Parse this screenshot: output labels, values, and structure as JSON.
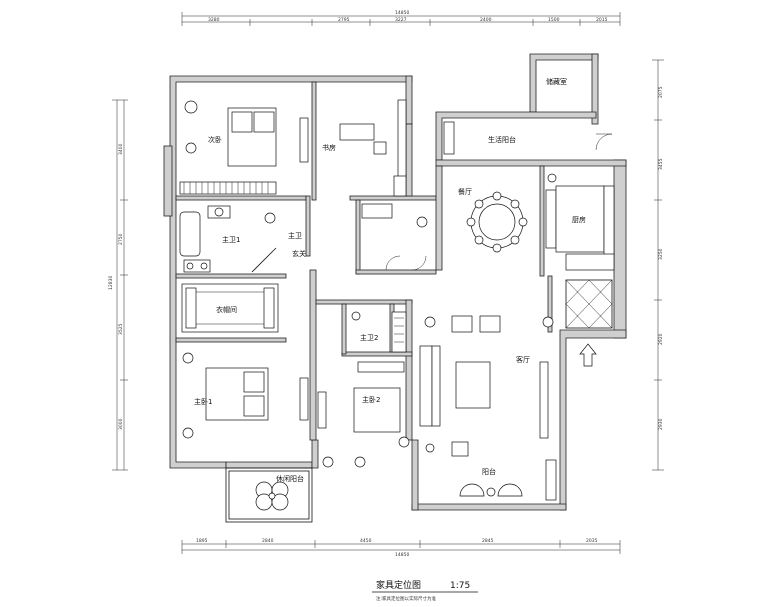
{
  "rooms": {
    "master_bedroom": "次卧",
    "study": "书房",
    "storage": "储藏室",
    "utility_balcony": "生活阳台",
    "dining": "餐厅",
    "kitchen": "厨房",
    "bath1": "主卫1",
    "bath_hall": "主卫",
    "cloakroom": "衣帽间",
    "bedroom1": "主卧1",
    "bedroom2": "主卧2",
    "bath2": "主卫2",
    "living": "客厅",
    "balcony": "阳台",
    "leisure_balcony": "休闲阳台",
    "entry": "玄关"
  },
  "title": {
    "main": "家具定位图",
    "scale": "1:75",
    "note": "注:家具定位图以实际尺寸为准"
  },
  "dimensions": {
    "top_total": "14850",
    "top_segments": [
      "3280",
      "2795",
      "3227",
      "2400",
      "1500",
      "2015"
    ],
    "bottom_total": "14850",
    "bottom_segments": [
      "1895",
      "2840",
      "4450",
      "2845",
      "2035"
    ],
    "left_total": "12830",
    "left_segments": [
      "3400",
      "2750",
      "3525",
      "3000"
    ],
    "right_segments": [
      "2075",
      "3455",
      "3250",
      "2920",
      "2930"
    ]
  },
  "colors": {
    "wall": "#cfcfcf",
    "line": "#111111",
    "paper": "#ffffff"
  }
}
